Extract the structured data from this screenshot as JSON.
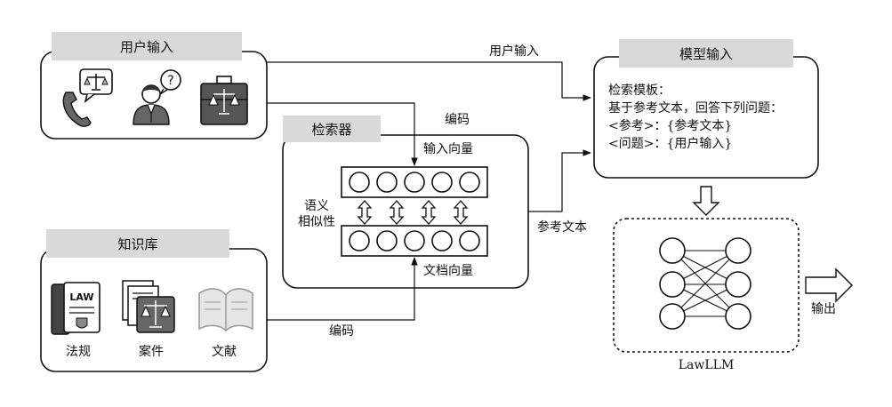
{
  "user_input": {
    "title": "用户输入"
  },
  "retriever": {
    "title": "检索器",
    "input_vector": "输入向量",
    "doc_vector": "文档向量",
    "similarity_line1": "语义",
    "similarity_line2": "相似性"
  },
  "knowledge_base": {
    "title": "知识库",
    "items": [
      "法规",
      "案件",
      "文献"
    ],
    "law_badge": "LAW"
  },
  "model_input": {
    "title": "模型输入",
    "lines": [
      "检索模板：",
      "基于参考文本，回答下列问题：",
      "<参考>：{参考文本}",
      "<问题>：{用户输入}"
    ]
  },
  "edges": {
    "encode_top": "编码",
    "encode_bottom": "编码",
    "user_input_to_model": "用户输入",
    "reference_text": "参考文本",
    "output": "输出"
  },
  "model": {
    "name": "LawLLM"
  }
}
